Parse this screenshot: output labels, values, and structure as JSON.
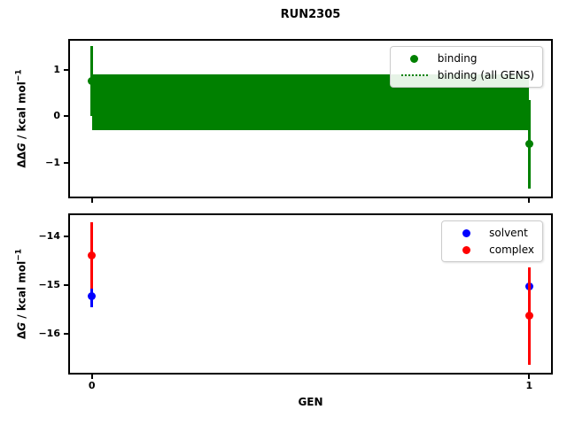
{
  "figure": {
    "title": "RUN2305",
    "xlabel": "GEN",
    "background": "#ffffff"
  },
  "colors": {
    "binding": "#008000",
    "solvent": "#0000ff",
    "complex": "#ff0000"
  },
  "chart_data": [
    {
      "type": "scatter",
      "name": "ddG-binding-vs-gen",
      "ylabel": {
        "pre": "ΔΔ",
        "var": "G",
        "mid": " / kcal mol",
        "sup": "−1"
      },
      "xlim": [
        -0.05,
        1.05
      ],
      "ylim": [
        -1.72,
        1.62
      ],
      "xticks": [
        0,
        1
      ],
      "xticklabels": null,
      "yticks": [
        1,
        0,
        -1
      ],
      "yticklabels": [
        "1",
        "0",
        "−1"
      ],
      "grid": false,
      "series": [
        {
          "name": "binding",
          "color": "#008000",
          "marker": "o",
          "x": [
            0,
            1
          ],
          "y": [
            0.75,
            -0.6
          ],
          "yerr": [
            0.75,
            0.95
          ]
        }
      ],
      "band": {
        "name": "binding (all GENS)",
        "color": "#008000",
        "x0": 0,
        "x1": 1,
        "low": -0.3,
        "high": 0.89,
        "mean": 0.3,
        "linestyle": "dotted"
      },
      "legend": {
        "location": "upper right",
        "entries": [
          {
            "label": "binding",
            "marker": "dot",
            "color": "#008000"
          },
          {
            "label": "binding (all GENS)",
            "marker": "dotted-line",
            "color": "#008000"
          }
        ]
      }
    },
    {
      "type": "scatter",
      "name": "dG-vs-gen",
      "ylabel": {
        "pre": "Δ",
        "var": "G",
        "mid": " / kcal mol",
        "sup": "−1"
      },
      "xlim": [
        -0.05,
        1.05
      ],
      "ylim": [
        -16.79,
        -13.57
      ],
      "xticks": [
        0,
        1
      ],
      "xticklabels": [
        "0",
        "1"
      ],
      "yticks": [
        -14,
        -15,
        -16
      ],
      "yticklabels": [
        "−14",
        "−15",
        "−16"
      ],
      "grid": false,
      "series": [
        {
          "name": "solvent",
          "color": "#0000ff",
          "marker": "o",
          "x": [
            0,
            1
          ],
          "y": [
            -15.22,
            -15.02
          ],
          "yerr": [
            0.23,
            0.2
          ]
        },
        {
          "name": "complex",
          "color": "#ff0000",
          "marker": "o",
          "x": [
            0,
            1
          ],
          "y": [
            -14.39,
            -15.63
          ],
          "yerr": [
            0.68,
            1.0
          ]
        }
      ],
      "legend": {
        "location": "upper right",
        "entries": [
          {
            "label": "solvent",
            "marker": "dot",
            "color": "#0000ff"
          },
          {
            "label": "complex",
            "marker": "dot",
            "color": "#ff0000"
          }
        ]
      }
    }
  ]
}
